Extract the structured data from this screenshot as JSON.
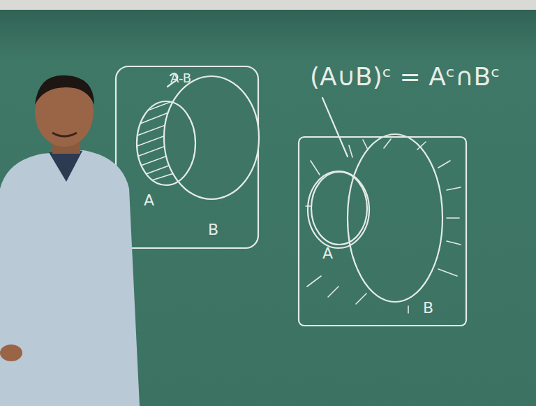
{
  "diagram": {
    "labels": [
      "A-B",
      "A",
      "B",
      "(A∪B)ᶜ = Aᶜ∩Bᶜ",
      "A",
      "B"
    ]
  }
}
